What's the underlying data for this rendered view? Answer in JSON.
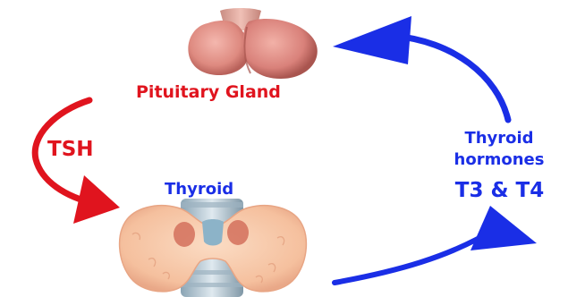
{
  "labels": {
    "pituitary": "Pituitary Gland",
    "tsh": "TSH",
    "thyroid": "Thyroid",
    "hormones_line1": "Thyroid",
    "hormones_line2": "hormones",
    "t3_t4": "T3 & T4"
  },
  "colors": {
    "red": "#e0141e",
    "blue": "#1a2ee6",
    "gland": "#e89a90",
    "thyroid_tissue": "#f7c8a8"
  }
}
